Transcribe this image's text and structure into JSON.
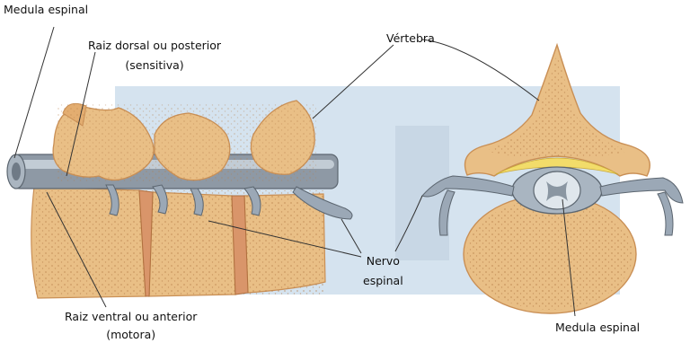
{
  "labels": {
    "medula_top": "Medula espinal",
    "raiz_dorsal_1": "Raiz dorsal ou posterior",
    "raiz_dorsal_2": "(sensitiva)",
    "vertebra": "Vértebra",
    "nervo_1": "Nervo",
    "nervo_2": "espinal",
    "raiz_ventral_1": "Raiz ventral ou anterior",
    "raiz_ventral_2": "(motora)",
    "medula_bottom": "Medula espinal"
  },
  "colors": {
    "background_panel": "#d5e3ef",
    "bone": "#e9bf86",
    "bone_dark": "#c98f55",
    "bone_dots": "#b37a45",
    "cord": "#8e99a5",
    "cord_light": "#cfd8e1",
    "nerve": "#9ba8b6",
    "fat": "#f2dc6a",
    "leader": "#333333"
  }
}
